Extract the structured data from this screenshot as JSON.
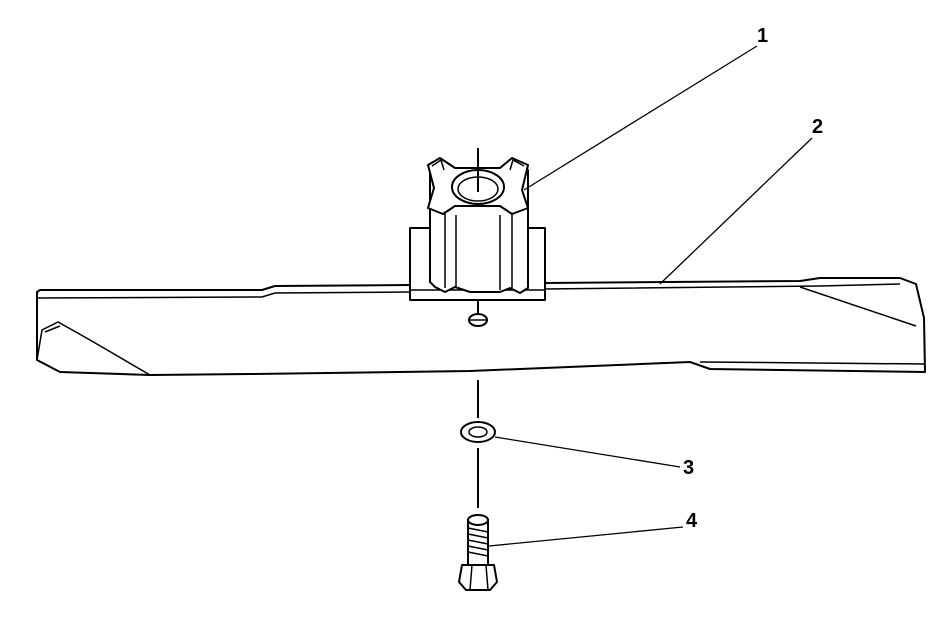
{
  "diagram": {
    "callouts": [
      {
        "id": "1",
        "label": "1"
      },
      {
        "id": "2",
        "label": "2"
      },
      {
        "id": "3",
        "label": "3"
      },
      {
        "id": "4",
        "label": "4"
      }
    ],
    "line_color": "#000000",
    "background_color": "#ffffff"
  }
}
